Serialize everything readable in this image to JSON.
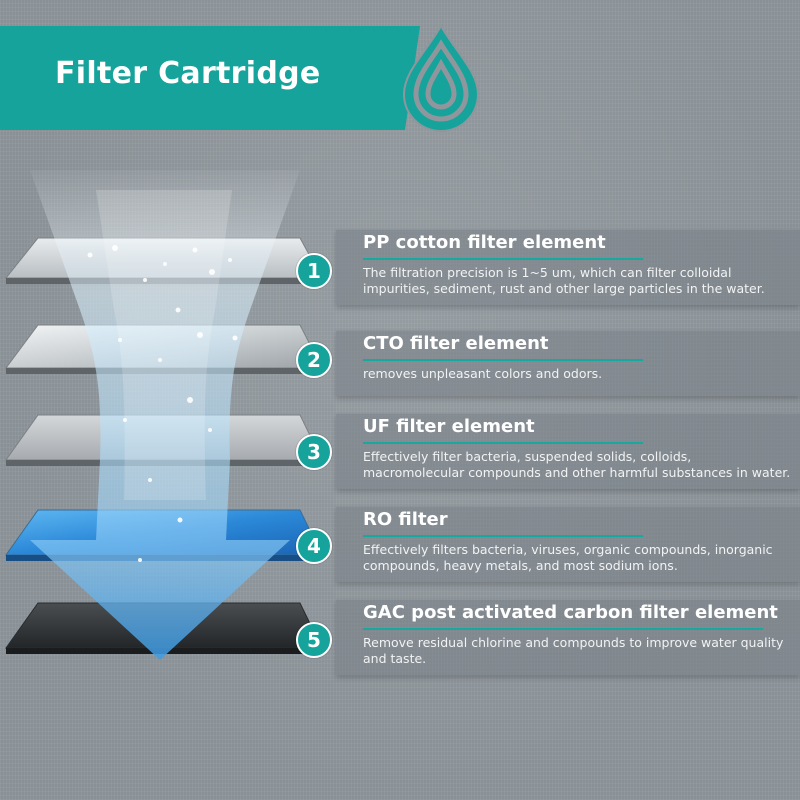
{
  "header": {
    "title": "Filter Cartridge",
    "icon": "water-drop-icon",
    "accent": "#15a39b"
  },
  "stages": [
    {
      "number": "1",
      "title": "PP cotton filter element",
      "description": "The filtration precision is 1~5 um, which can filter colloidal impurities, sediment, rust and other large particles in the water."
    },
    {
      "number": "2",
      "title": "CTO filter element",
      "description": "removes unpleasant colors and odors."
    },
    {
      "number": "3",
      "title": "UF filter element",
      "description": "Effectively filter bacteria, suspended solids, colloids, macromolecular compounds and other harmful substances in water."
    },
    {
      "number": "4",
      "title": "RO filter",
      "description": "Effectively filters bacteria, viruses, organic compounds, inorganic compounds, heavy metals, and most sodium ions."
    },
    {
      "number": "5",
      "title": "GAC post activated carbon filter element",
      "description": "Remove residual chlorine and compounds to improve water quality and taste."
    }
  ]
}
